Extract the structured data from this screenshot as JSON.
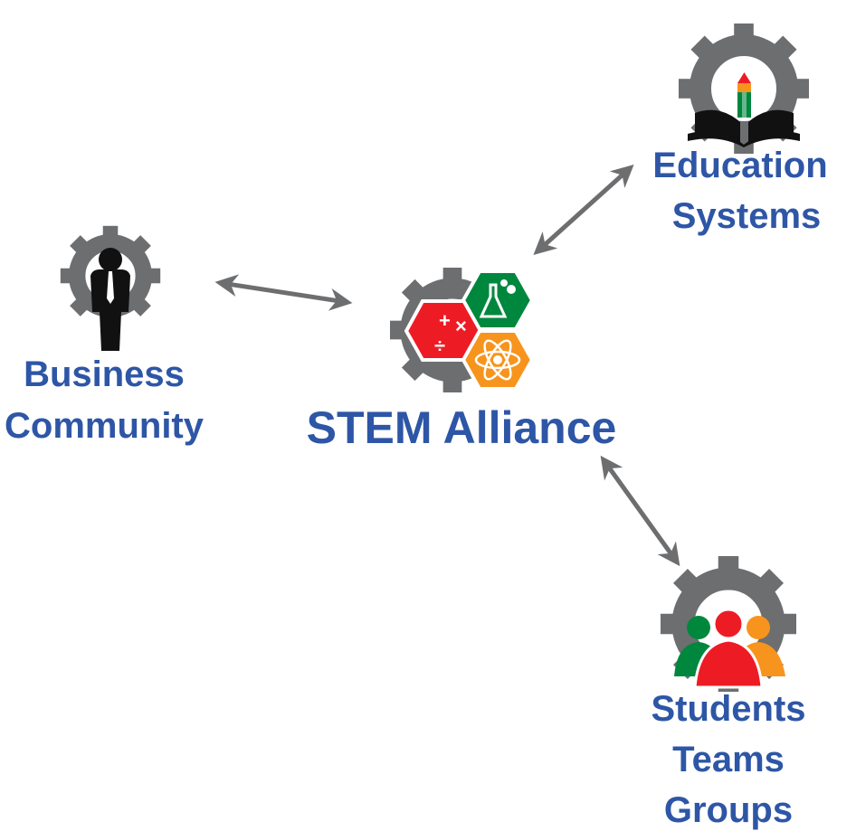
{
  "colors": {
    "text": "#2e56a6",
    "gear": "#6d6e70",
    "arrow": "#6d6e70",
    "red": "#ed1c24",
    "green": "#00873e",
    "orange": "#f7941d"
  },
  "nodes": {
    "center": {
      "label": "STEM Alliance",
      "icon": "stem-gear-icon"
    },
    "business": {
      "line1": "Business",
      "line2": "Community",
      "icon": "businessman-gear-icon"
    },
    "education": {
      "line1": "Education",
      "line2": "Systems",
      "icon": "book-pencil-gear-icon"
    },
    "students": {
      "line1": "Students",
      "line2": "Teams",
      "line3": "Groups",
      "icon": "people-gear-icon"
    }
  }
}
